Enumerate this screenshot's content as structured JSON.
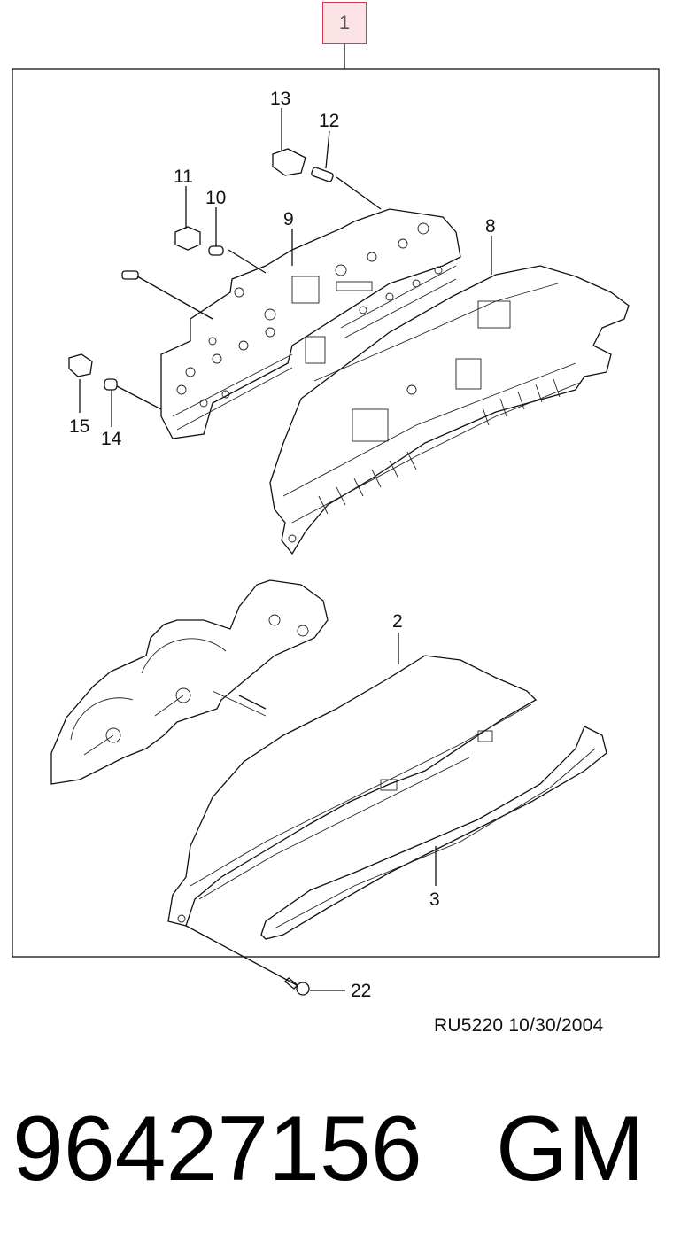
{
  "callout": "1",
  "labels": {
    "p2": "2",
    "p3": "3",
    "p8": "8",
    "p9": "9",
    "p10": "10",
    "p11": "11",
    "p12": "12",
    "p13": "13",
    "p14": "14",
    "p15": "15",
    "p22": "22"
  },
  "drawing_ref": "RU5220  10/30/2004",
  "part_number": "96427156",
  "brand": "GM"
}
